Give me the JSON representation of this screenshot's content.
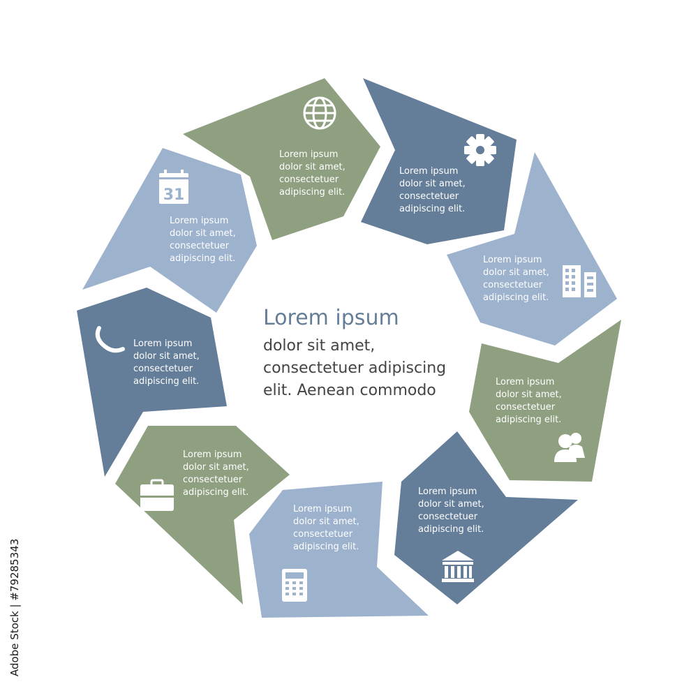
{
  "colors": {
    "green": "#8fa081",
    "dark_blue": "#647d98",
    "light_blue": "#9db2cd",
    "center_title": "#647d98",
    "center_text": "#444444"
  },
  "center": {
    "title": "Lorem ipsum",
    "lines": [
      "dolor sit amet,",
      "consectetuer adipiscing",
      "elit. Aenean commodo"
    ]
  },
  "segments": [
    {
      "icon": "globe-icon",
      "color": "green",
      "lines": [
        "Lorem ipsum",
        "dolor sit amet,",
        "consectetuer",
        "adipiscing elit."
      ]
    },
    {
      "icon": "gear-icon",
      "color": "dark_blue",
      "lines": [
        "Lorem ipsum",
        "dolor sit amet,",
        "consectetuer",
        "adipiscing elit."
      ]
    },
    {
      "icon": "buildings-icon",
      "color": "light_blue",
      "lines": [
        "Lorem ipsum",
        "dolor sit amet,",
        "consectetuer",
        "adipiscing elit."
      ]
    },
    {
      "icon": "users-icon",
      "color": "green",
      "lines": [
        "Lorem ipsum",
        "dolor sit amet,",
        "consectetuer",
        "adipiscing elit."
      ]
    },
    {
      "icon": "bank-icon",
      "color": "dark_blue",
      "lines": [
        "Lorem ipsum",
        "dolor sit amet,",
        "consectetuer",
        "adipiscing elit."
      ]
    },
    {
      "icon": "calculator-icon",
      "color": "light_blue",
      "lines": [
        "Lorem ipsum",
        "dolor sit amet,",
        "consectetuer",
        "adipiscing elit."
      ]
    },
    {
      "icon": "briefcase-icon",
      "color": "green",
      "lines": [
        "Lorem ipsum",
        "dolor sit amet,",
        "consectetuer",
        "adipiscing elit."
      ]
    },
    {
      "icon": "phone-icon",
      "color": "dark_blue",
      "lines": [
        "Lorem ipsum",
        "dolor sit amet,",
        "consectetuer",
        "adipiscing elit."
      ]
    },
    {
      "icon": "calendar-icon",
      "color": "light_blue",
      "calendar_day": "31",
      "lines": [
        "Lorem ipsum",
        "dolor sit amet,",
        "consectetuer",
        "adipiscing elit."
      ]
    }
  ],
  "side_label": "Adobe Stock | #79285343"
}
